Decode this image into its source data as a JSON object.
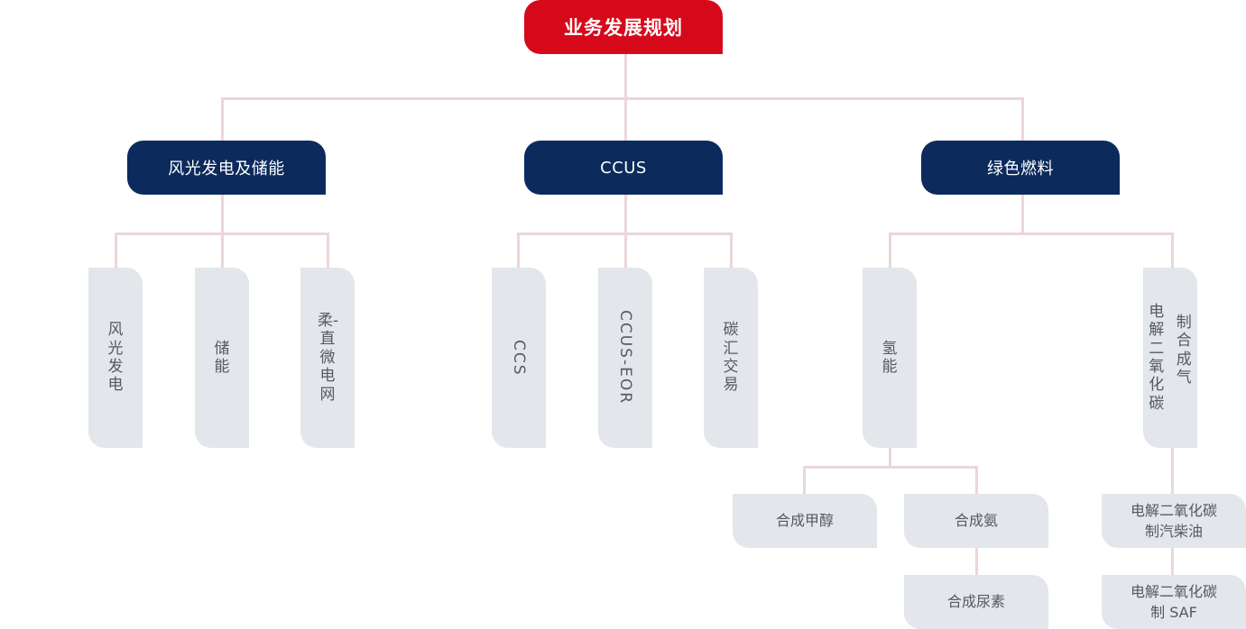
{
  "root": {
    "label": "业务发展规划"
  },
  "categories": [
    {
      "label": "风光发电及储能",
      "items": [
        "风光发电",
        "储能",
        "柔-直微电网"
      ]
    },
    {
      "label": "CCUS",
      "items": [
        "CCS",
        "CCUS-EOR",
        "碳汇交易"
      ]
    },
    {
      "label": "绿色燃料",
      "items": [
        "氢能",
        "电解二氧化碳制合成气"
      ],
      "sub_items": {
        "hydrogen": [
          "合成甲醇",
          "合成氨",
          "合成尿素"
        ],
        "co2_electrolysis": [
          "电解二氧化碳制汽柴油",
          "电解二氧化碳制 SAF"
        ]
      }
    }
  ],
  "colors": {
    "root": "#d6091b",
    "category": "#0c2a5c",
    "leaf": "#e3e6ea",
    "leaf_text": "#555a61",
    "connector": "#ebd6d9"
  }
}
